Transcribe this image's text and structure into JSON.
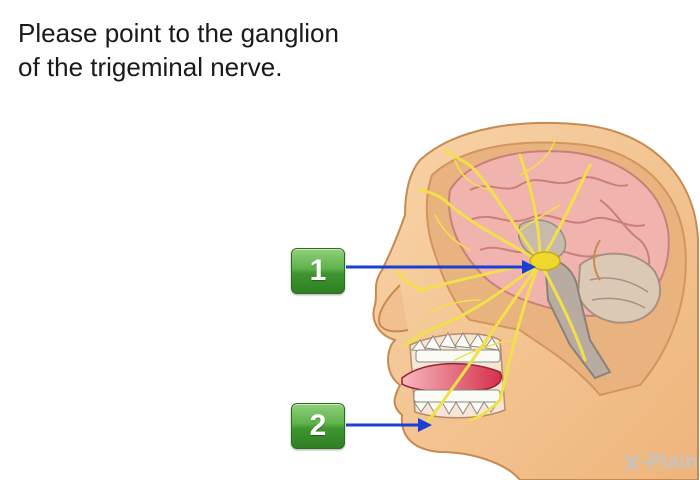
{
  "question": {
    "line1": "Please point to the ganglion",
    "line2": "of the trigeminal nerve."
  },
  "answers": [
    {
      "label": "1"
    },
    {
      "label": "2"
    }
  ],
  "logo": {
    "text": "X-Plain"
  },
  "colors": {
    "button_green": "#4caf3a",
    "arrow_blue": "#1a3fd6",
    "nerve_yellow": "#f2e04a",
    "skin": "#f4c48e"
  }
}
